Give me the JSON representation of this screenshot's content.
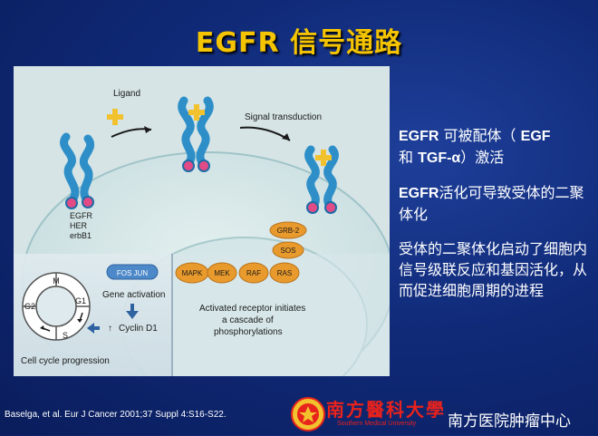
{
  "title": "EGFR 信号通路",
  "figure": {
    "labels": {
      "ligand": "Ligand",
      "signal": "Signal transduction",
      "receptor_names": [
        "EGFR",
        "HER",
        "erbB1"
      ],
      "fos_jun": "FOS JUN",
      "gene_activation": "Gene activation",
      "cyclin": "Cyclin D1",
      "cyclin_arrow": "↑",
      "cell_cycle": "Cell cycle progression",
      "phases": {
        "m": "M",
        "g1": "G1",
        "s": "S",
        "g2": "G2"
      },
      "adaptors": [
        "GRB-2",
        "SOS"
      ],
      "kinases": [
        "MAPK",
        "MEK",
        "RAF",
        "RAS"
      ],
      "cascade_lines": [
        "Activated receptor initiates",
        "a cascade of",
        "phosphorylations"
      ]
    }
  },
  "bullets": [
    {
      "bold_1": "EGFR",
      "text_1": " 可被配体（ ",
      "bold_2": "EGF",
      "text_2": "和 ",
      "bold_3": "TGF-",
      "alpha": "α",
      "text_3": "）激活"
    },
    {
      "bold_1": "EGFR",
      "text_1": "活化可导致受体的二聚体化"
    },
    {
      "text_1": "受体的二聚体化启动了细胞内信号级联反应和基因活化，从而促进细胞周期的进程"
    }
  ],
  "footer": {
    "citation": "Baselga, et al. Eur J Cancer 2001;37 Suppl 4:S16-S22.",
    "university_cn": "南方醫科大學",
    "university_en": "Southern Medical University",
    "center": "南方医院肿瘤中心"
  },
  "colors": {
    "title": "#f5c400",
    "receptor": "#2e8fc8",
    "ligand": "#f2c12e",
    "kinase": "#e99a2c",
    "fos_jun": "#4d88c8",
    "university_red": "#e8221c"
  }
}
